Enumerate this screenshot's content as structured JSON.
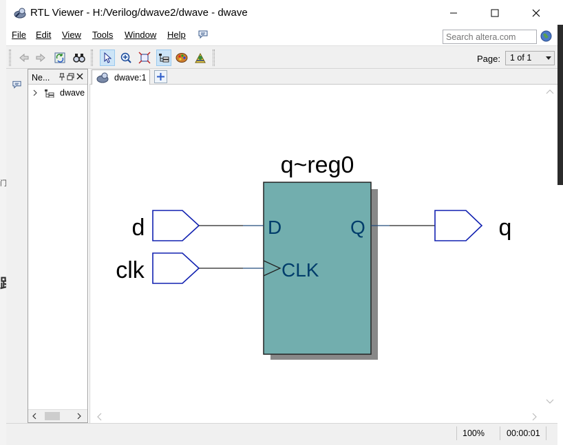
{
  "window": {
    "title": "RTL Viewer - H:/Verilog/dwave2/dwave - dwave",
    "icon": "rtl-viewer-app-icon"
  },
  "menu": {
    "items": [
      "File",
      "Edit",
      "View",
      "Tools",
      "Window",
      "Help"
    ],
    "help_chat_icon": "speech-bubble-icon"
  },
  "search": {
    "placeholder": "Search altera.com"
  },
  "toolbar": {
    "page_label": "Page:",
    "page_value": "1 of 1",
    "icons": [
      "back-icon",
      "forward-icon",
      "refresh-icon",
      "find-icon",
      "select-pointer-icon",
      "zoom-icon",
      "fit-icon",
      "hierarchy-icon",
      "color-palette-icon",
      "netlist-navigator-icon"
    ]
  },
  "navigator": {
    "title": "Ne...",
    "tree_item": "dwave"
  },
  "tabs": {
    "active": "dwave:1"
  },
  "schematic": {
    "register_name": "q~reg0",
    "inputs": [
      "d",
      "clk"
    ],
    "output": "q",
    "ports": {
      "d": "D",
      "clk": "CLK",
      "q": "Q"
    },
    "register_color": "#72aeae",
    "pin_color": "#1020b0",
    "port_text_color": "#003d6b"
  },
  "status": {
    "zoom": "100%",
    "time": "00:00:01"
  }
}
